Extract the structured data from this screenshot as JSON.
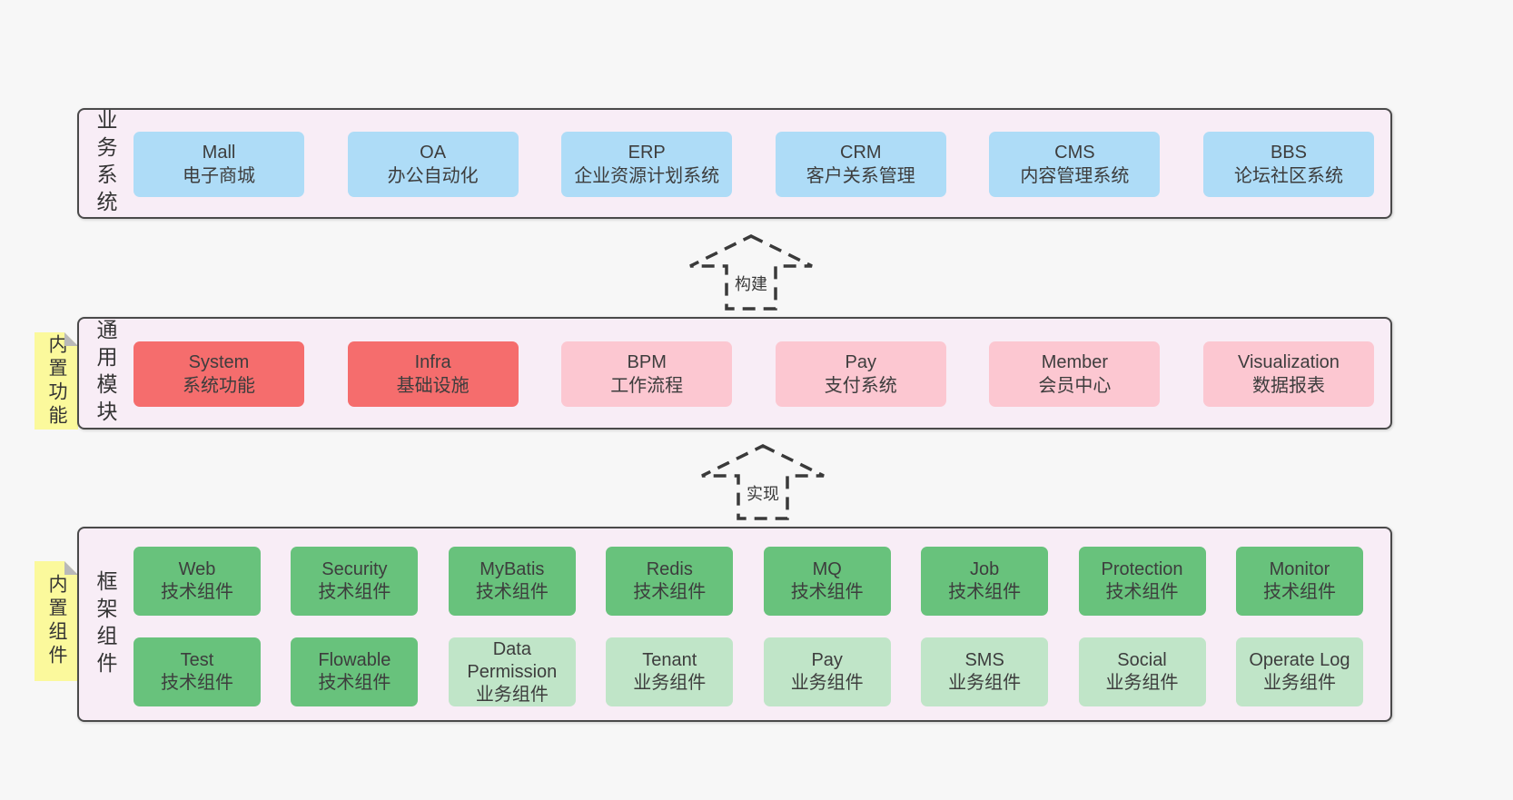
{
  "colors": {
    "page_bg": "#f7f7f7",
    "layer_bg": "#f8edf6",
    "layer_border": "#4a4a4a",
    "blue_box": "#aedcf7",
    "red_box": "#f56d6d",
    "pink_box": "#fcc7d1",
    "green_box": "#68c27c",
    "light_green_box": "#c0e5c8",
    "sticky_yellow": "#fbf99c",
    "sticky_fold_gray": "#b9b9b9",
    "text": "#3d3d3d"
  },
  "arrows": [
    {
      "label": "构建"
    },
    {
      "label": "实现"
    }
  ],
  "layers": [
    {
      "label": "业务系统",
      "note": "",
      "rows": [
        [
          {
            "title": "Mall",
            "subtitle": "电子商城"
          },
          {
            "title": "OA",
            "subtitle": "办公自动化"
          },
          {
            "title": "ERP",
            "subtitle": "企业资源计划系统"
          },
          {
            "title": "CRM",
            "subtitle": "客户关系管理"
          },
          {
            "title": "CMS",
            "subtitle": "内容管理系统"
          },
          {
            "title": "BBS",
            "subtitle": "论坛社区系统"
          }
        ]
      ]
    },
    {
      "label": "通用模块",
      "note": "内置功能",
      "rows": [
        [
          {
            "title": "System",
            "subtitle": "系统功能"
          },
          {
            "title": "Infra",
            "subtitle": "基础设施"
          },
          {
            "title": "BPM",
            "subtitle": "工作流程"
          },
          {
            "title": "Pay",
            "subtitle": "支付系统"
          },
          {
            "title": "Member",
            "subtitle": "会员中心"
          },
          {
            "title": "Visualization",
            "subtitle": "数据报表"
          }
        ]
      ]
    },
    {
      "label": "框架组件",
      "note": "内置组件",
      "rows": [
        [
          {
            "title": "Web",
            "subtitle": "技术组件"
          },
          {
            "title": "Security",
            "subtitle": "技术组件"
          },
          {
            "title": "MyBatis",
            "subtitle": "技术组件"
          },
          {
            "title": "Redis",
            "subtitle": "技术组件"
          },
          {
            "title": "MQ",
            "subtitle": "技术组件"
          },
          {
            "title": "Job",
            "subtitle": "技术组件"
          },
          {
            "title": "Protection",
            "subtitle": "技术组件"
          },
          {
            "title": "Monitor",
            "subtitle": "技术组件"
          }
        ],
        [
          {
            "title": "Test",
            "subtitle": "技术组件"
          },
          {
            "title": "Flowable",
            "subtitle": "技术组件"
          },
          {
            "title": "Data Permission",
            "subtitle": "业务组件"
          },
          {
            "title": "Tenant",
            "subtitle": "业务组件"
          },
          {
            "title": "Pay",
            "subtitle": "业务组件"
          },
          {
            "title": "SMS",
            "subtitle": "业务组件"
          },
          {
            "title": "Social",
            "subtitle": "业务组件"
          },
          {
            "title": "Operate Log",
            "subtitle": "业务组件"
          }
        ]
      ]
    }
  ]
}
